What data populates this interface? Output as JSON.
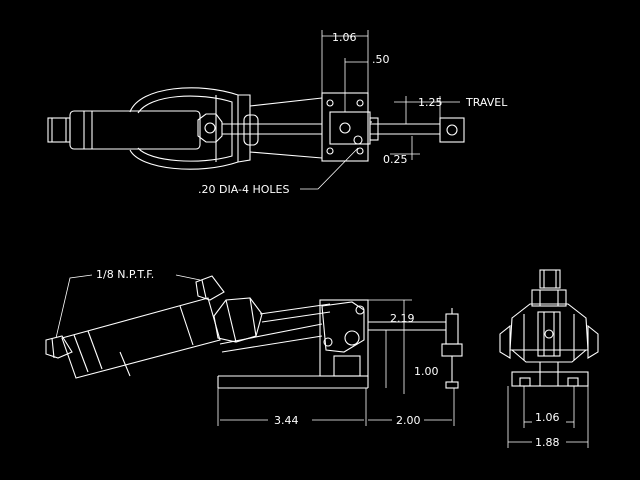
{
  "drawing": {
    "background": "#000000",
    "stroke_color": "#ffffff",
    "top_view": {
      "dim_width": "1.06",
      "dim_offset": ".50",
      "dim_travel": "1.25",
      "travel_label": "TRAVEL",
      "dim_small": "0.25",
      "holes_note": ".20 DIA-4 HOLES"
    },
    "side_view": {
      "fitting_note": "1/8 N.P.T.F.",
      "dim_height_upper": "2.19",
      "dim_height_lower": "1.00",
      "dim_length_left": "3.44",
      "dim_length_right": "2.00"
    },
    "end_view": {
      "dim_inner": "1.06",
      "dim_outer": "1.88"
    }
  }
}
